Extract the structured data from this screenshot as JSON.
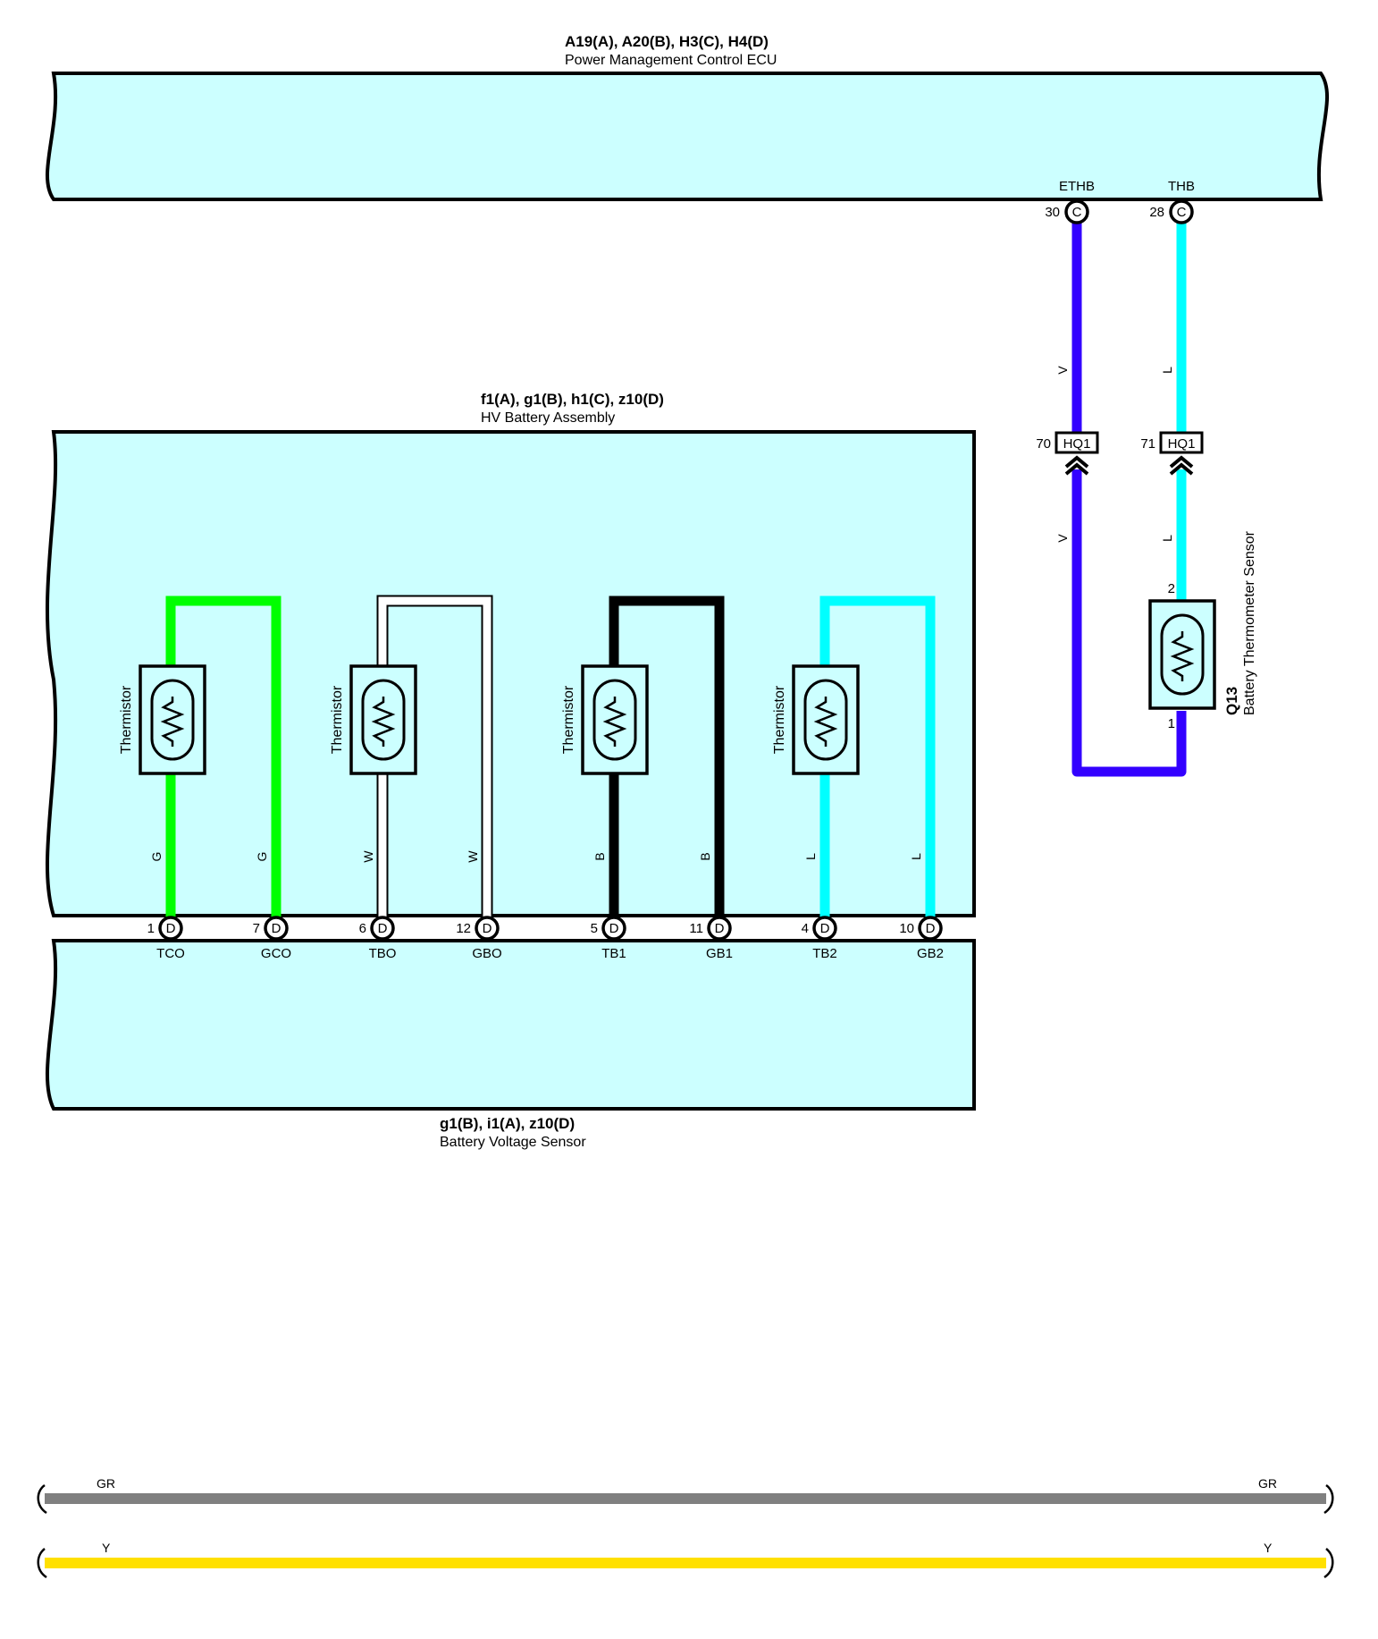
{
  "colors": {
    "ecu_fill": "#ccffff",
    "wire_green": "#00ff00",
    "wire_white": "#ffffff",
    "wire_black": "#000000",
    "wire_blue_light": "#00ffff",
    "wire_violet": "#3300ff",
    "wire_gray": "#808080",
    "wire_yellow": "#ffe000"
  },
  "ecu": {
    "code": "A19(A), A20(B), H3(C), H4(D)",
    "name": "Power Management Control ECU",
    "pins": [
      {
        "name": "ETHB",
        "pin": "30",
        "conn": "C"
      },
      {
        "name": "THB",
        "pin": "28",
        "conn": "C"
      }
    ]
  },
  "hv_battery": {
    "code": "f1(A), g1(B), h1(C), z10(D)",
    "name": "HV Battery Assembly",
    "thermistor_label": "Thermistor",
    "thermistors": [
      {
        "left_wire": "G",
        "right_wire": "G",
        "color": "wire_green"
      },
      {
        "left_wire": "W",
        "right_wire": "W",
        "color": "wire_white"
      },
      {
        "left_wire": "B",
        "right_wire": "B",
        "color": "wire_black"
      },
      {
        "left_wire": "L",
        "right_wire": "L",
        "color": "wire_blue_light"
      }
    ]
  },
  "voltage_sensor": {
    "code": "g1(B), i1(A), z10(D)",
    "name": "Battery Voltage Sensor",
    "pins": [
      {
        "pin": "1",
        "conn": "D",
        "name": "TCO"
      },
      {
        "pin": "7",
        "conn": "D",
        "name": "GCO"
      },
      {
        "pin": "6",
        "conn": "D",
        "name": "TBO"
      },
      {
        "pin": "12",
        "conn": "D",
        "name": "GBO"
      },
      {
        "pin": "5",
        "conn": "D",
        "name": "TB1"
      },
      {
        "pin": "11",
        "conn": "D",
        "name": "GB1"
      },
      {
        "pin": "4",
        "conn": "D",
        "name": "TB2"
      },
      {
        "pin": "10",
        "conn": "D",
        "name": "GB2"
      }
    ]
  },
  "junction": {
    "connector": "HQ1",
    "pins": [
      "70",
      "71"
    ],
    "wires_above": [
      "V",
      "L"
    ],
    "wires_below": [
      "V",
      "L"
    ]
  },
  "thermo_sensor": {
    "code": "Q13",
    "name": "Battery Thermometer Sensor",
    "pin_top": "2",
    "pin_bottom": "1"
  },
  "bus_lines": [
    {
      "left": "GR",
      "right": "GR",
      "color": "wire_gray"
    },
    {
      "left": "Y",
      "right": "Y",
      "color": "wire_yellow"
    }
  ]
}
